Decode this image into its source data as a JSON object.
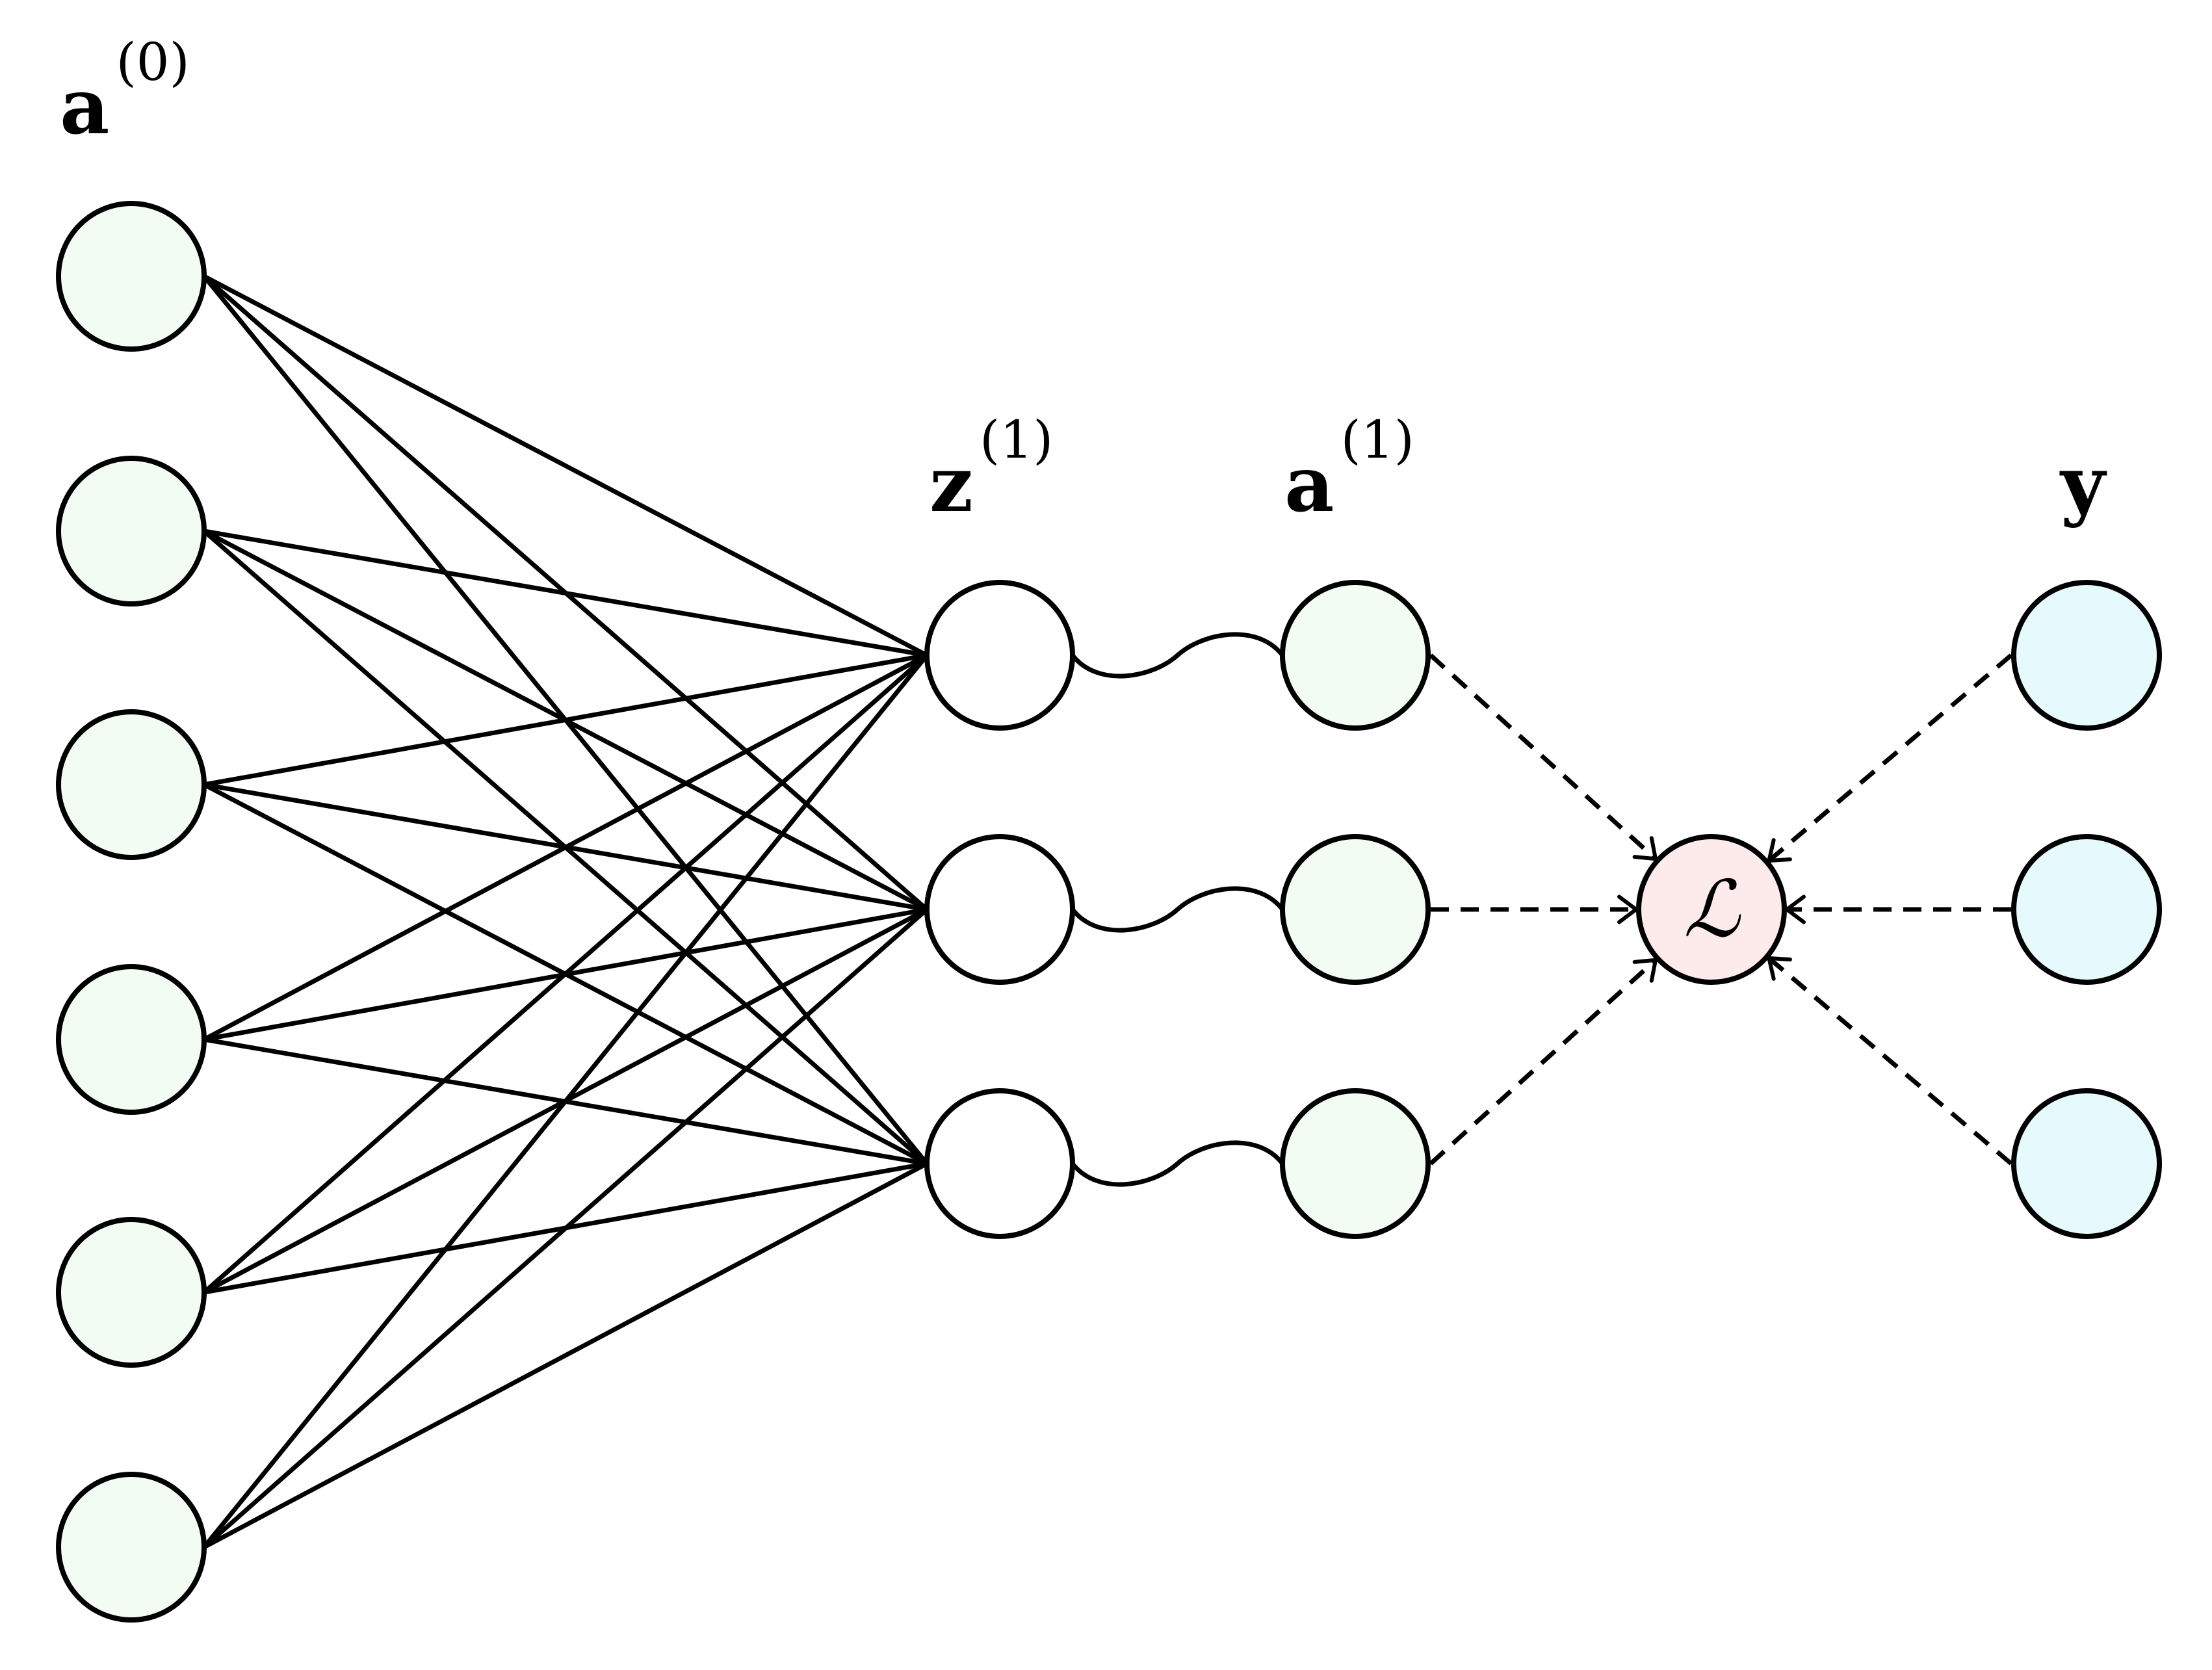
{
  "layers": {
    "input": {
      "symbol": "a",
      "superscript": "(0)",
      "node_count": 6
    },
    "pre_activation": {
      "symbol": "z",
      "superscript": "(1)",
      "node_count": 3
    },
    "activation": {
      "symbol": "a",
      "superscript": "(1)",
      "node_count": 3
    },
    "target": {
      "symbol": "y",
      "superscript": "",
      "node_count": 3
    }
  },
  "loss": {
    "symbol": "ℒ"
  },
  "colors": {
    "input_fill": "#f2fcf3",
    "pre_activation_fill": "#ffffff",
    "activation_fill": "#f2fcf3",
    "target_fill": "#e6f9fc",
    "loss_fill": "#fcebea",
    "stroke": "#000000"
  },
  "connections": {
    "input_to_pre_activation": "fully-connected",
    "pre_activation_to_activation": "one-to-one (activation function)",
    "activation_to_loss": "dashed arrows",
    "target_to_loss": "dashed arrows"
  }
}
